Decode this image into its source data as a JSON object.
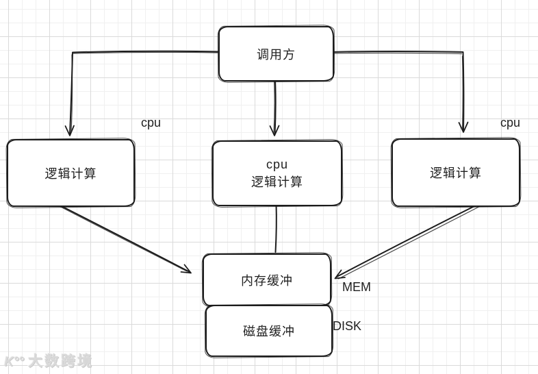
{
  "diagram": {
    "nodes": {
      "caller": {
        "label": "调用方"
      },
      "logic_left": {
        "label": "逻辑计算"
      },
      "logic_mid": {
        "line1": "cpu",
        "line2": "逻辑计算"
      },
      "logic_right": {
        "label": "逻辑计算"
      },
      "mem_buffer": {
        "label": "内存缓冲"
      },
      "disk_buffer": {
        "label": "磁盘缓冲"
      }
    },
    "floating_labels": {
      "cpu_left": "cpu",
      "cpu_right": "cpu",
      "mem": "MEM",
      "disk": "DISK"
    },
    "edges": [
      {
        "from": "caller",
        "to": "logic_left",
        "style": "elbow-arrow"
      },
      {
        "from": "caller",
        "to": "logic_mid",
        "style": "straight-arrow"
      },
      {
        "from": "caller",
        "to": "logic_right",
        "style": "elbow-arrow"
      },
      {
        "from": "logic_left",
        "to": "mem_buffer",
        "style": "diagonal-arrow"
      },
      {
        "from": "logic_mid",
        "to": "mem_buffer",
        "style": "straight-line"
      },
      {
        "from": "logic_right",
        "to": "mem_buffer",
        "style": "diagonal-arrow"
      }
    ],
    "watermark": {
      "logo": "K°°",
      "text": "大数跨境"
    },
    "colors": {
      "stroke": "#1c1c1c",
      "background": "#ffffff",
      "grid_minor": "#f0f0f0",
      "grid_major": "#dadada",
      "watermark": "#dadada"
    }
  }
}
